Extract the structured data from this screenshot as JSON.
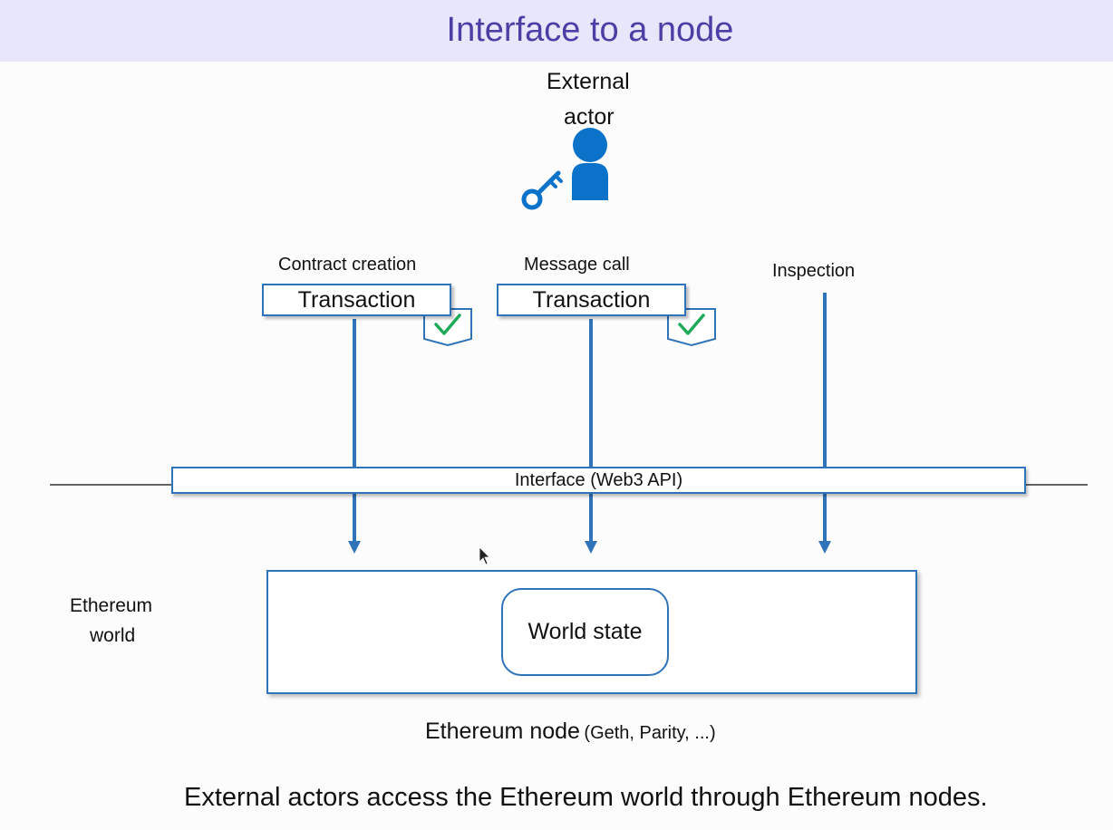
{
  "title": "Interface to a node",
  "actor": {
    "line1": "External",
    "line2": "actor"
  },
  "channels": {
    "contract_creation": {
      "label": "Contract creation",
      "box": "Transaction"
    },
    "message_call": {
      "label": "Message call",
      "box": "Transaction"
    },
    "inspection": {
      "label": "Inspection"
    }
  },
  "interface_label": "Interface (Web3 API)",
  "world": {
    "line1": "Ethereum",
    "line2": "world"
  },
  "world_state": "World state",
  "node": {
    "label": "Ethereum node",
    "detail": "(Geth, Parity, ...)"
  },
  "caption": "External actors access the Ethereum world through Ethereum nodes.",
  "colors": {
    "accent": "#2f73b8",
    "actor": "#0a72c8",
    "check": "#1faa59",
    "title": "#4b3fa6",
    "title_bg": "#e8e6fa"
  },
  "icons": [
    "person-icon",
    "key-icon",
    "checkmark-icon",
    "cursor-icon"
  ]
}
